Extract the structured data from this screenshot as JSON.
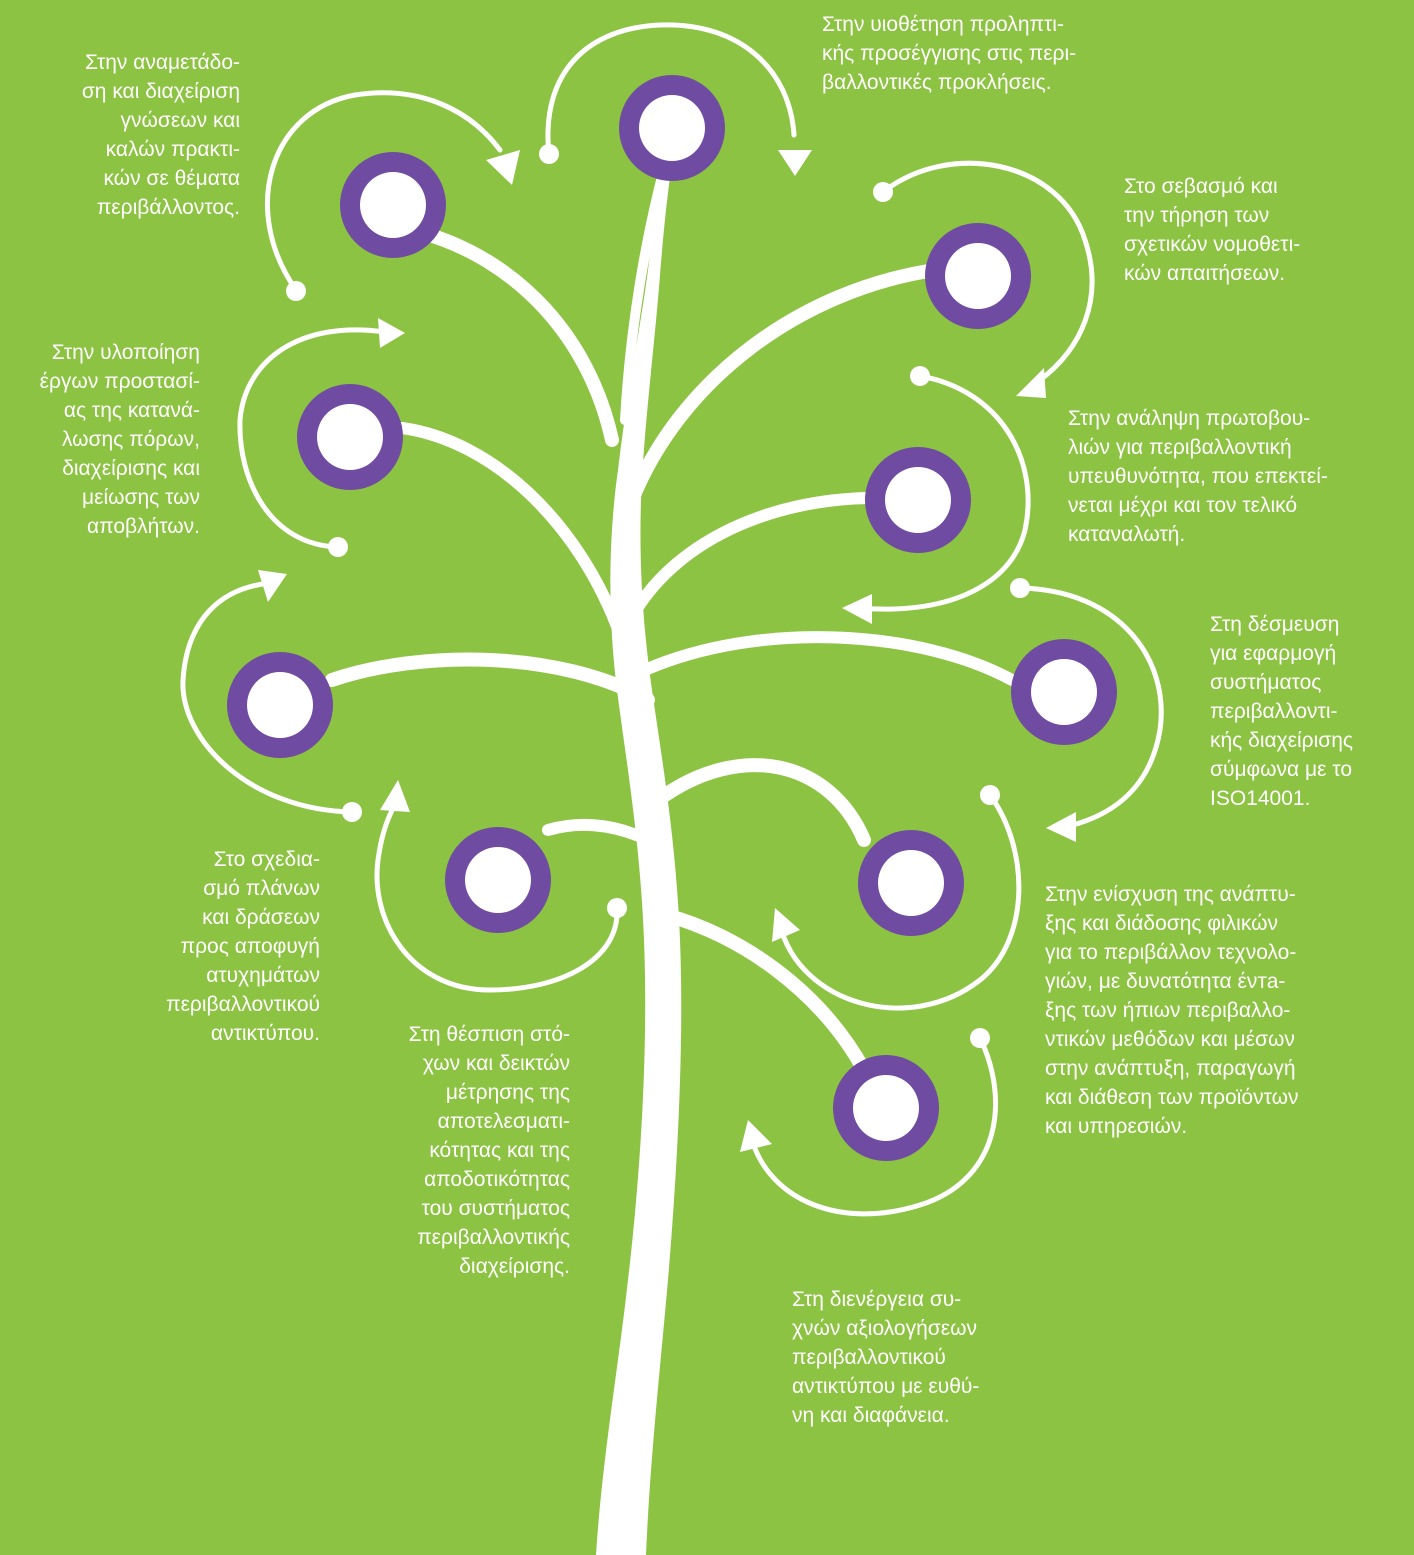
{
  "colors": {
    "background": "#8DC342",
    "ring": "#6F4BA2",
    "tree": "#FFFFFF",
    "text": "#FFFFFF"
  },
  "labels": {
    "knowledge": "Στην αναμετάδο-\nση και διαχείριση\nγνώσεων και\nκαλών πρακτι-\nκών σε θέματα\nπεριβάλλοντος.",
    "preventive": "Στην υιοθέτηση προληπτι-\nκής προσέγγισης στις περι-\nβαλλοντικές προκλήσεις.",
    "legal": "Στο σεβασμό και\nτην τήρηση των\nσχετικών νομοθετι-\nκών απαιτήσεων.",
    "resources": "Στην υλοποίηση\nέργων προστασί-\nας της κατανά-\nλωσης πόρων,\nδιαχείρισης και\nμείωσης των\nαποβλήτων.",
    "responsibility": "Στην ανάληψη πρωτοβου-\nλιών για περιβαλλοντική\nυπευθυνότητα, που επεκτεί-\nνεται μέχρι και τον τελικό\nκαταναλωτή.",
    "iso": "Στη δέσμευση\nγια εφαρμογή\nσυστήματος\nπεριβαλλοντι-\nκής διαχείρισης\nσύμφωνα με το\nISO14001.",
    "accidents": "Στο σχεδια-\nσμό πλάνων\nκαι δράσεων\nπρος αποφυγή\nατυχημάτων\nπεριβαλλοντικού\nαντικτύπου.",
    "technologies": "Στην ενίσχυση της ανάπτυ-\nξης και διάδοσης φιλικών\nγια το περιβάλλον τεχνολο-\nγιών, με δυνατότητα ένта-\nξης των ήπιων περιβαλλο-\nντικών μεθόδων και μέσων\nστην ανάπτυξη, παραγωγή\nκαι διάθεση των προϊόντων\nκαι υπηρεσιών.",
    "targets": "Στη θέσπιση στό-\nχων και δεικτών\nμέτρησης της\nαποτελεσματι-\nκότητας και της\nαποδοτικότητας\nτου συστήματος\nπεριβαλλοντικής\nδιαχείρισης.",
    "assessment": "Στη διενέργεια συ-\nχνών αξιολογήσεων\nπεριβαλλοντικού\nαντικτύπου με ευθύ-\nνη και διαφάνεια."
  }
}
